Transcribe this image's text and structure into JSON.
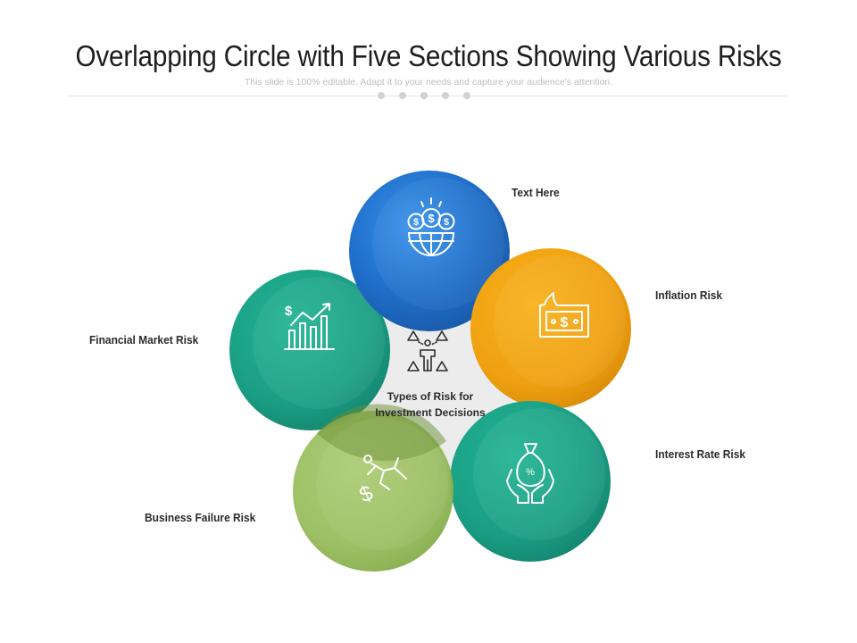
{
  "slide": {
    "title": "Overlapping Circle with Five Sections Showing Various Risks",
    "subtitle": "This slide is 100% editable. Adapt it to your needs and capture your audience's attention."
  },
  "center": {
    "line1": "Types of Risk for",
    "line2": "Investment Decisions",
    "icon": "person-with-warning-signs-icon"
  },
  "sections": [
    {
      "label": "Text Here",
      "color": "#1d72d0",
      "icon": "coins-over-globe-icon"
    },
    {
      "label": "Inflation Risk",
      "color": "#f0a012",
      "icon": "burning-banknote-icon"
    },
    {
      "label": "Interest Rate Risk",
      "color": "#1a9e83",
      "icon": "money-bag-in-hands-icon"
    },
    {
      "label": "Business Failure Risk",
      "color": "#95bb59",
      "icon": "falling-man-dollar-icon"
    },
    {
      "label": "Financial Market Risk",
      "color": "#1a9e83",
      "icon": "rising-bar-chart-dollar-icon"
    }
  ]
}
